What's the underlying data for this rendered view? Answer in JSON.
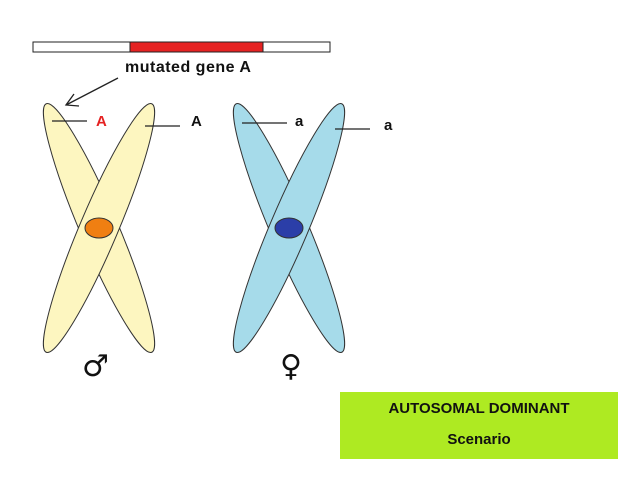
{
  "gene_bar": {
    "label": "mutated gene A",
    "segment_color": "#e52222"
  },
  "male_chromosome": {
    "color": "#fdf6c0",
    "centromere_color": "#f07f12",
    "left_allele": {
      "label": "A",
      "color": "#e52222"
    },
    "right_allele": {
      "label": "A",
      "color": "#111111"
    },
    "symbol": "♂"
  },
  "female_chromosome": {
    "color": "#a6dbea",
    "centromere_color": "#2b3ea8",
    "left_allele": {
      "label": "a",
      "color": "#111111"
    },
    "right_allele": {
      "label": "a",
      "color": "#111111"
    },
    "symbol": "♀"
  },
  "scenario_box": {
    "title": "AUTOSOMAL DOMINANT",
    "subtitle": "Scenario",
    "color": "#aeea22"
  }
}
